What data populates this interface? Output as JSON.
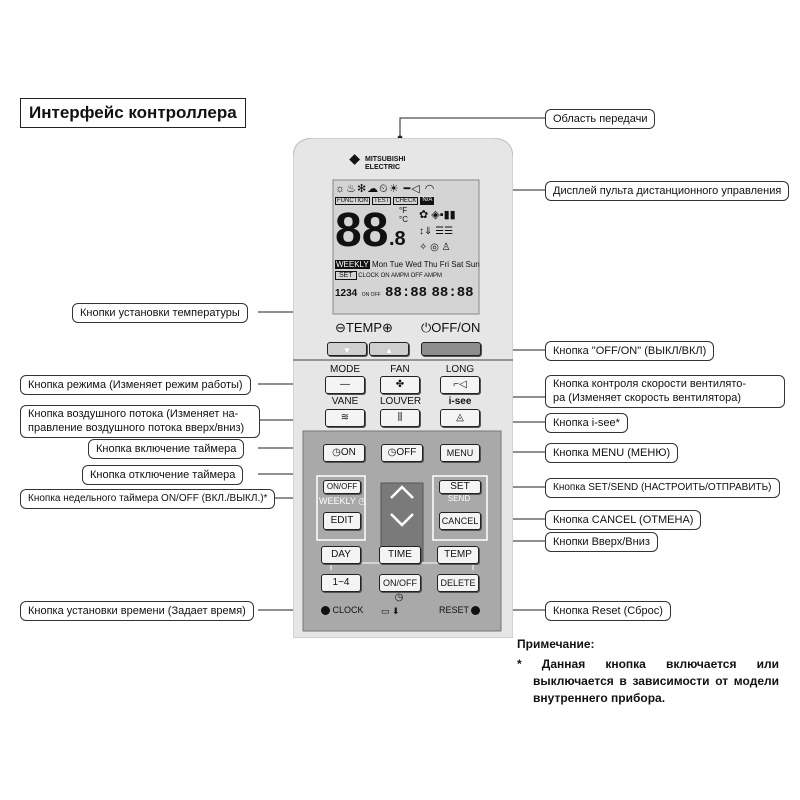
{
  "title": "Интерфейс контроллера",
  "brand": {
    "line1": "MITSUBISHI",
    "line2": "ELECTRIC"
  },
  "lcd": {
    "row_labels": [
      "FUNCTION",
      "TEST",
      "CHECK",
      "N/A"
    ],
    "big_digits": "88",
    "small_digit": ".8",
    "unit_f": "°F",
    "unit_c": "°C",
    "weekly": "WEEKLY",
    "days": "Mon Tue Wed Thu Fri Sat Sun",
    "set": "SET",
    "clock_row": "CLOCK  ON  AMPM  OFF AMPM",
    "program_numbers": "1234",
    "on_off_small": "ON OFF",
    "time_digits": "88:88",
    "time_digits2": "88:88"
  },
  "buttons": {
    "temp": "TEMP",
    "off_on": "OFF/ON",
    "mode": "MODE",
    "fan": "FAN",
    "long": "LONG",
    "vane": "VANE",
    "louver": "LOUVER",
    "isee": "i-see",
    "timer_on": "ON",
    "timer_off": "OFF",
    "menu": "MENU",
    "weekly_onoff": "ON/OFF",
    "weekly": "WEEKLY",
    "edit": "EDIT",
    "set": "SET",
    "send": "SEND",
    "cancel": "CANCEL",
    "day": "DAY",
    "time": "TIME",
    "temp2": "TEMP",
    "one_four": "1~4",
    "on_off2": "ON/OFF",
    "delete": "DELETE",
    "clock": "CLOCK",
    "reset": "RESET"
  },
  "callouts": {
    "transmit": "Область передачи",
    "display": "Дисплей пульта дистанционного управления",
    "temp_buttons": "Кнопки установки температуры",
    "offon": "Кнопка \"OFF/ON\" (ВЫКЛ/ВКЛ)",
    "mode": "Кнопка режима (Изменяет режим работы)",
    "fan_line1": "Кнопка контроля скорости вентилято-",
    "fan_line2": "ра (Изменяет скорость вентилятора)",
    "vane_line1": "Кнопка воздушного потока (Изменяет на-",
    "vane_line2": "правление воздушного потока вверх/вниз)",
    "isee": "Кнопка i-see*",
    "timer_on": "Кнопка включение таймера",
    "menu": "Кнопка MENU (МЕНЮ)",
    "timer_off": "Кнопка отключение таймера",
    "weekly": "Кнопка недельного таймера ON/OFF (ВКЛ./ВЫКЛ.)*",
    "setsend": "Кнопка SET/SEND (НАСТРОИТЬ/ОТПРАВИТЬ)",
    "cancel": "Кнопка CANCEL (ОТМЕНА)",
    "updown": "Кнопки Вверх/Вниз",
    "clock": "Кнопка установки времени (Задает время)",
    "reset": "Кнопка Reset (Сброс)"
  },
  "note": {
    "title": "Примечание:",
    "body": "* Данная кнопка включается или выключается в зависимости от модели внутреннего прибора."
  }
}
